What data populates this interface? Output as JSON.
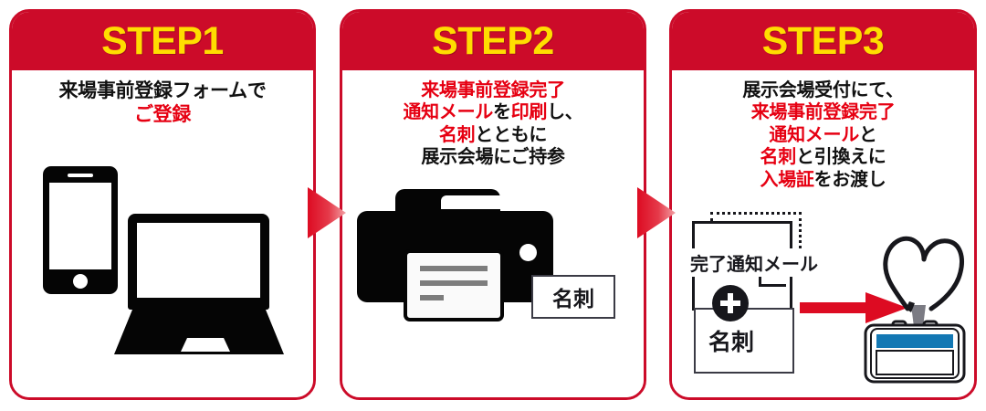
{
  "steps": [
    {
      "header": "STEP1",
      "caption_lines": [
        [
          {
            "t": "来場事前登録フォームで",
            "c": "black"
          }
        ],
        [
          {
            "t": "ご登録",
            "c": "red"
          }
        ]
      ],
      "icons": [
        "smartphone-icon",
        "laptop-icon"
      ]
    },
    {
      "header": "STEP2",
      "caption_lines": [
        [
          {
            "t": "来場事前登録完了",
            "c": "red"
          }
        ],
        [
          {
            "t": "通知メール",
            "c": "red"
          },
          {
            "t": "を",
            "c": "black"
          },
          {
            "t": "印刷",
            "c": "red"
          },
          {
            "t": "し、",
            "c": "black"
          }
        ],
        [
          {
            "t": "名刺",
            "c": "red"
          },
          {
            "t": "とともに",
            "c": "black"
          }
        ],
        [
          {
            "t": "展示会場にご持参",
            "c": "black"
          }
        ]
      ],
      "icons": [
        "printer-icon"
      ],
      "card_label": "名刺"
    },
    {
      "header": "STEP3",
      "caption_lines": [
        [
          {
            "t": "展示会場受付にて、",
            "c": "black"
          }
        ],
        [
          {
            "t": "来場事前登録完了",
            "c": "red"
          }
        ],
        [
          {
            "t": "通知メール",
            "c": "red"
          },
          {
            "t": "と",
            "c": "black"
          }
        ],
        [
          {
            "t": "名刺",
            "c": "red"
          },
          {
            "t": "と引換えに",
            "c": "black"
          }
        ],
        [
          {
            "t": "入場証",
            "c": "red"
          },
          {
            "t": "をお渡し",
            "c": "black"
          }
        ]
      ],
      "icons": [
        "mail-document-icon",
        "plus-icon",
        "red-arrow-icon",
        "id-badge-icon"
      ],
      "mail_doc_label": "完了通知メール",
      "card_label": "名刺"
    }
  ],
  "connectors": [
    {
      "name": "arrow-step1-to-step2"
    },
    {
      "name": "arrow-step2-to-step3"
    }
  ],
  "colors": {
    "header_red": "#cc0b29",
    "step_number_yellow": "#ffdd00",
    "text_red": "#e60012",
    "text_black": "#111111",
    "badge_blue": "#1378b4",
    "arrow_red": "#dd0b22"
  }
}
